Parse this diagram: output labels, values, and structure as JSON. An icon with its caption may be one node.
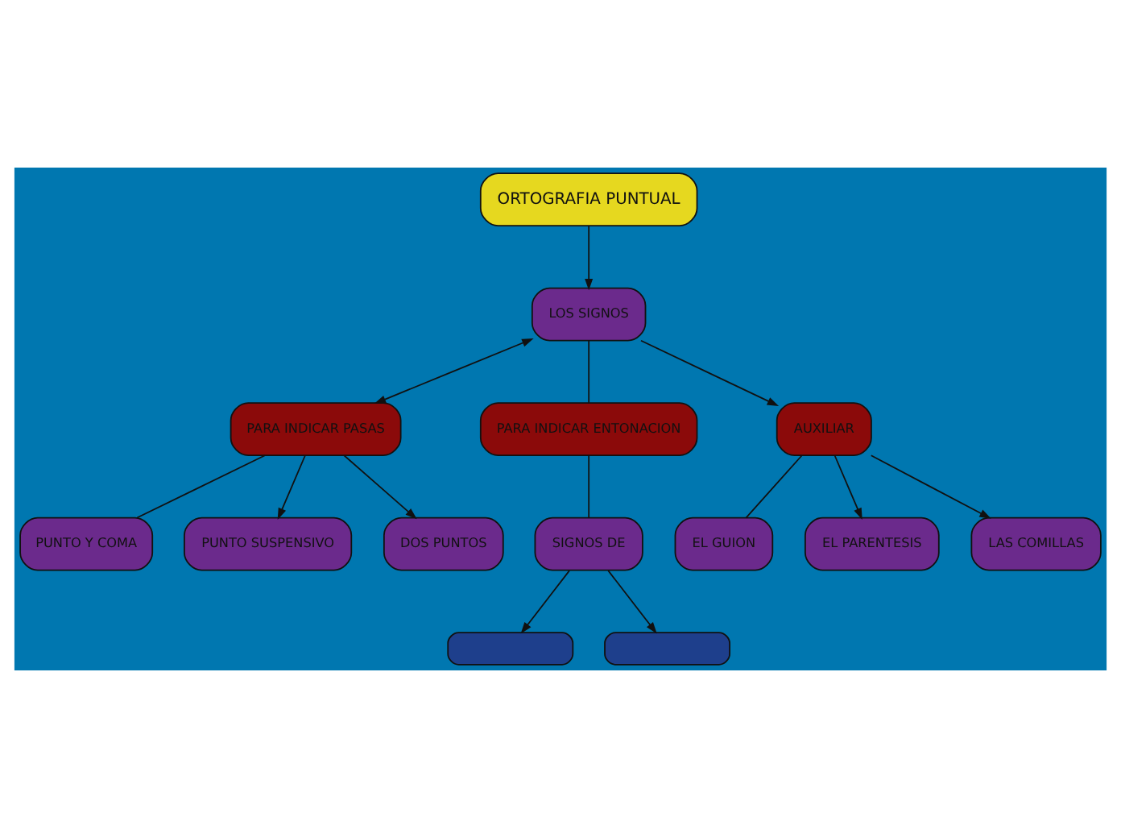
{
  "diagram": {
    "nodes": [
      {
        "text": [
          "ORTOGRAFIA PUNTUAL"
        ]
      },
      {
        "text": [
          "LOS SIGNOS"
        ]
      },
      {
        "text": [
          "PARA INDICAR PASAS"
        ]
      },
      {
        "text": [
          "PARA INDICAR ENTONACION"
        ]
      },
      {
        "text": [
          "AUXILIAR"
        ]
      },
      {
        "text": [
          "PUNTO Y COMA"
        ]
      },
      {
        "text": [
          "PUNTO SUSPENSIVO"
        ]
      },
      {
        "text": [
          "DOS PUNTOS"
        ]
      },
      {
        "text": [
          "SIGNOS DE"
        ]
      },
      {
        "text": [
          "EL GUION"
        ]
      },
      {
        "text": [
          "EL PARENTESIS"
        ]
      },
      {
        "text": [
          "LAS COMILLAS"
        ]
      },
      {
        "text": [],
        "shape": "box"
      },
      {
        "text": [],
        "shape": "box"
      }
    ],
    "edges": [
      {
        "from": 0,
        "to": 1,
        "arrow": "to"
      },
      {
        "from": 1,
        "to": 2,
        "arrow": "both"
      },
      {
        "from": 1,
        "to": 3,
        "arrow": "none"
      },
      {
        "from": 1,
        "to": 4,
        "arrow": "to"
      },
      {
        "from": 2,
        "to": 5,
        "arrow": "none"
      },
      {
        "from": 2,
        "to": 6,
        "arrow": "to"
      },
      {
        "from": 2,
        "to": 7,
        "arrow": "to"
      },
      {
        "from": 3,
        "to": 8,
        "arrow": "none"
      },
      {
        "from": 4,
        "to": 9,
        "arrow": "none"
      },
      {
        "from": 4,
        "to": 10,
        "arrow": "to"
      },
      {
        "from": 4,
        "to": 11,
        "arrow": "to"
      },
      {
        "from": 8,
        "to": 12,
        "arrow": "to"
      },
      {
        "from": 8,
        "to": 13,
        "arrow": "to"
      }
    ]
  }
}
